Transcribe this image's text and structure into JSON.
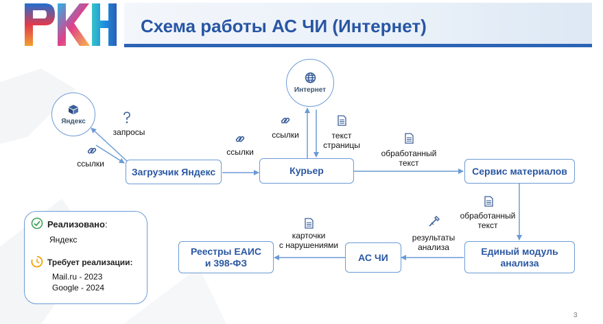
{
  "header": {
    "logo_text": "РКН",
    "title": "Схема работы АС ЧИ (Интернет)"
  },
  "nodes": {
    "yandex": "Яндекс",
    "internet": "Интернет",
    "zagruzchik": "Загрузчик Яндекс",
    "kurer": "Курьер",
    "servis": "Сервис материалов",
    "edinyi": "Единый модуль\nанализа",
    "ascki": "АС ЧИ",
    "reestry": "Реестры ЕАИС\nи 398-ФЗ"
  },
  "labels": {
    "zaprosy": "запросы",
    "ssylki_left": "ссылки",
    "ssylki_mid": "ссылки",
    "ssylki_top": "ссылки",
    "tekst_stranicy": "текст\nстраницы",
    "obrabotannyi_1": "обработанный\nтекст",
    "obrabotannyi_2": "обработанный\nтекст",
    "rezultaty": "результаты\nанализа",
    "kartochki": "карточки\nс нарушениями"
  },
  "legend": {
    "done_label": "Реализовано",
    "done_colon": ":",
    "done_item": "Яндекс",
    "todo_label": "Требует реализации:",
    "todo_items": [
      "Mail.ru - 2023",
      "Google - 2024"
    ]
  },
  "page_number": "3",
  "colors": {
    "title": "#2856a3",
    "accent": "#2b63b5",
    "node_border": "#6a9ad4",
    "icon": "#3b5f9a",
    "check": "#3aa35a",
    "clock": "#f2a400"
  }
}
